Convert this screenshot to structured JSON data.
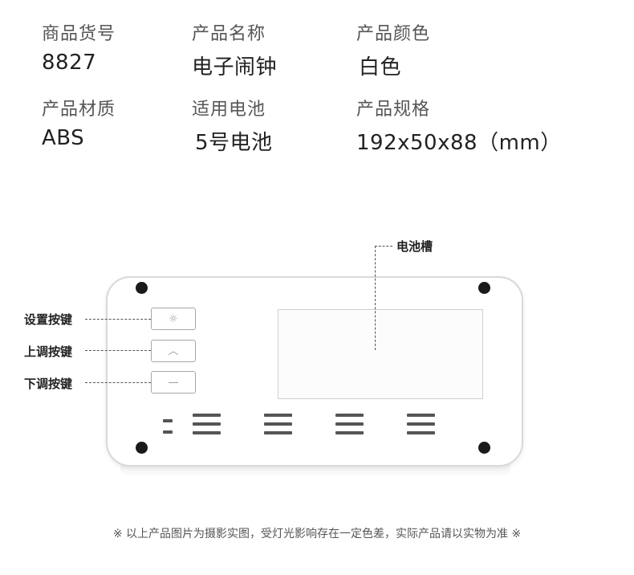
{
  "specs": {
    "row1": [
      {
        "label": "商品货号",
        "value": "8827"
      },
      {
        "label": "产品名称",
        "value": "电子闹钟"
      },
      {
        "label": "产品颜色",
        "value": "白色"
      }
    ],
    "row2": [
      {
        "label": "产品材质",
        "value": "ABS"
      },
      {
        "label": "适用电池",
        "value": "5号电池"
      },
      {
        "label": "产品规格",
        "value": "192x50x88（mm）"
      }
    ]
  },
  "diagram": {
    "callouts": {
      "battery_slot": "电池槽",
      "settings_button": "设置按键",
      "up_button": "上调按键",
      "down_button": "下调按键"
    },
    "button_icons": {
      "settings": "sun-icon",
      "up": "caret-up-icon",
      "down": "minus-icon"
    }
  },
  "footer_note": "※ 以上产品图片为摄影实图，受灯光影响存在一定色差，实际产品请以实物为准 ※",
  "colors": {
    "label": "#555555",
    "value": "#222222",
    "screw": "#1a1a1a",
    "device_border": "#d9d9d9"
  }
}
